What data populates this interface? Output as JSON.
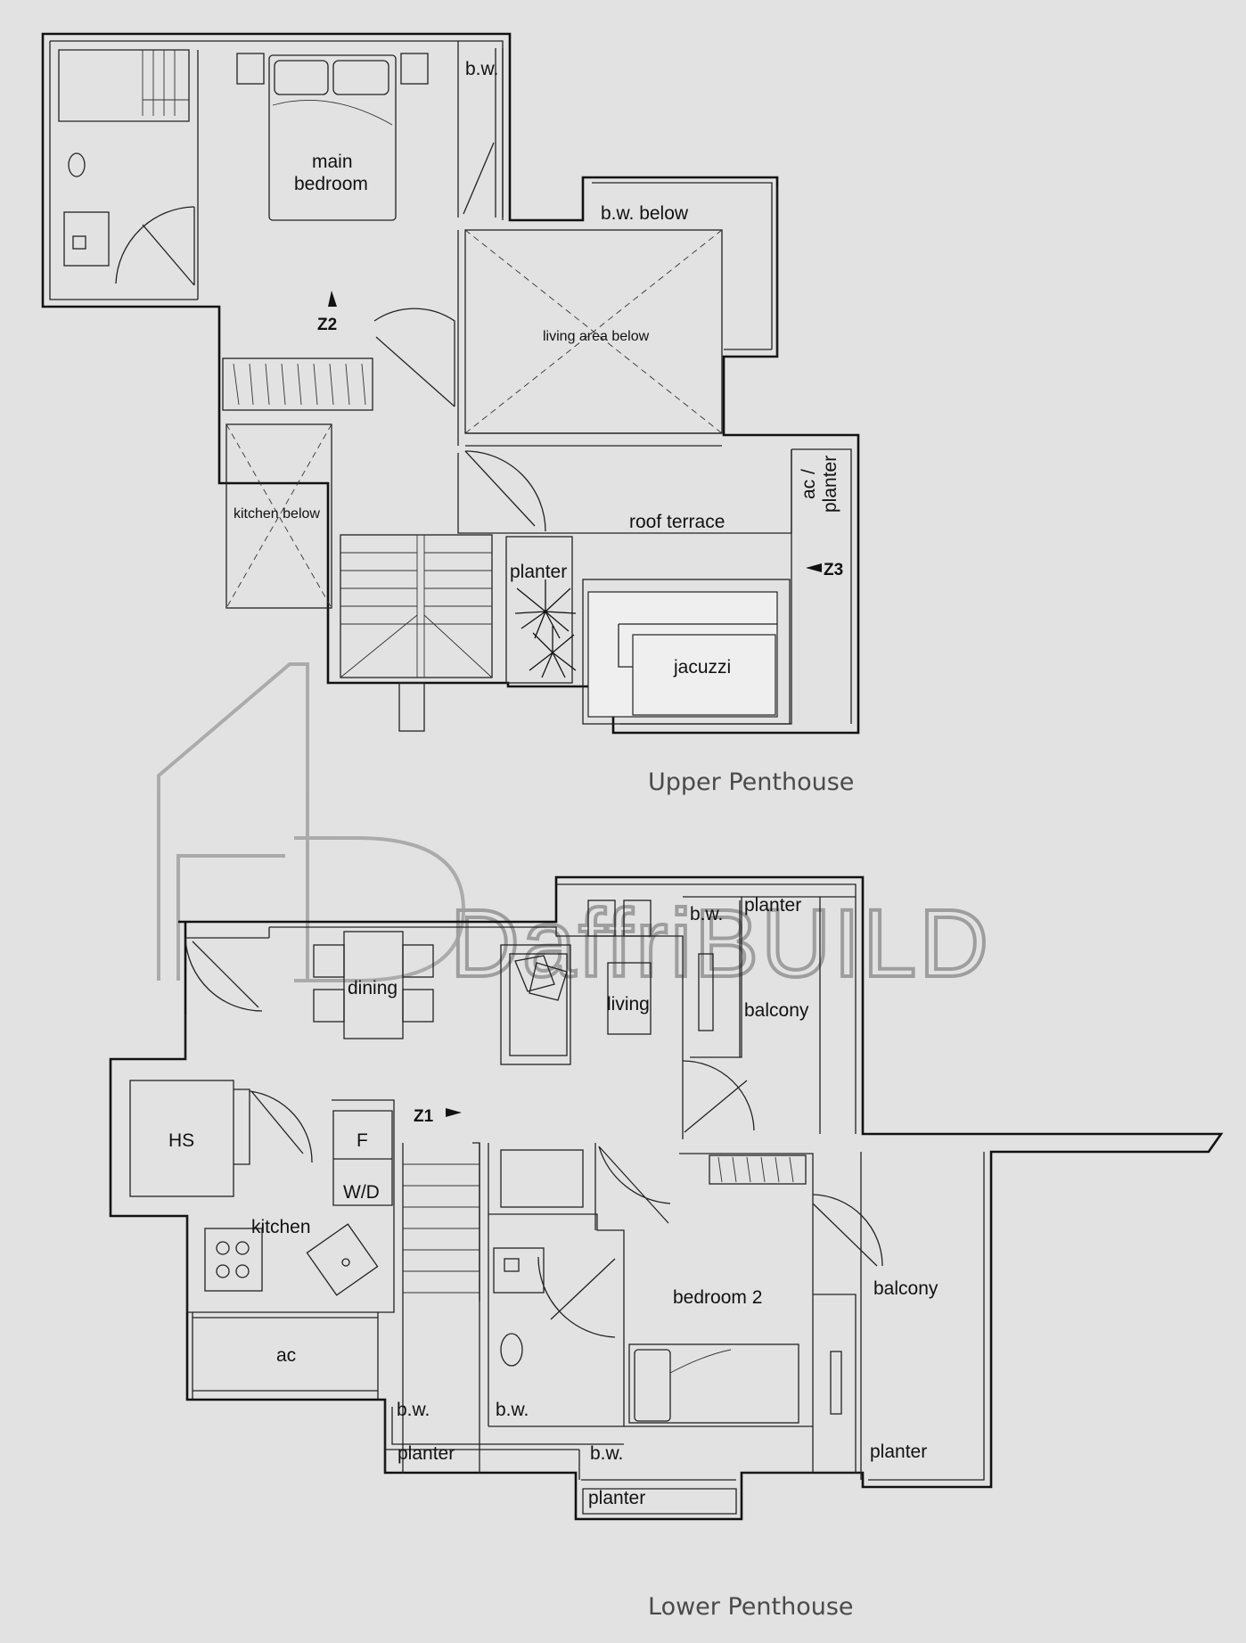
{
  "watermark": "DaffriBUILD",
  "upper": {
    "caption": "Upper Penthouse",
    "labels": {
      "bw": "b.w.",
      "main_bedroom_1": "main",
      "main_bedroom_2": "bedroom",
      "z2": "Z2",
      "bw_below": "b.w. below",
      "living_below": "living area below",
      "kitchen_below": "kitchen below",
      "roof_terrace": "roof terrace",
      "ac_planter_1": "ac /",
      "ac_planter_2": "planter",
      "z3": "Z3",
      "planter": "planter",
      "jacuzzi": "jacuzzi"
    }
  },
  "lower": {
    "caption": "Lower Penthouse",
    "labels": {
      "bw_top": "b.w.",
      "planter_top": "planter",
      "dining": "dining",
      "living": "living",
      "balcony_top": "balcony",
      "hs": "HS",
      "z1": "Z1",
      "fridge": "F",
      "washer": "W/D",
      "kitchen": "kitchen",
      "ac": "ac",
      "bedroom2": "bedroom 2",
      "balcony_right": "balcony",
      "bw_a": "b.w.",
      "bw_b": "b.w.",
      "bw_c": "b.w.",
      "planter_left": "planter",
      "planter_bottom": "planter",
      "planter_right": "planter"
    }
  }
}
